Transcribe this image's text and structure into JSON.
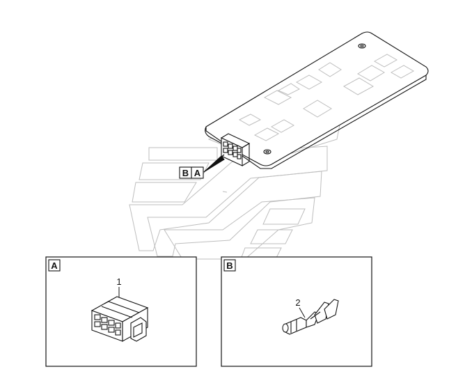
{
  "callouts": {
    "detail_a": "A",
    "detail_b": "B",
    "item_1": "1",
    "item_2": "2"
  },
  "parts": [
    {
      "ref": "1",
      "icon": "connector-housing-icon"
    },
    {
      "ref": "2",
      "icon": "crimp-terminal-icon"
    }
  ]
}
